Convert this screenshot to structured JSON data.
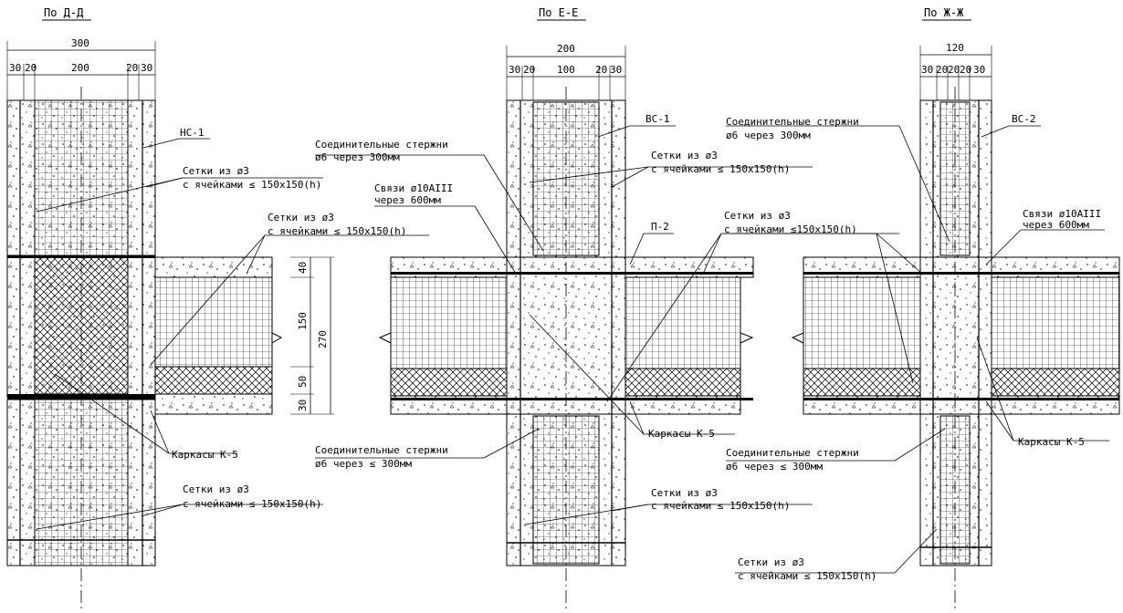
{
  "sections": [
    {
      "title": "По Д-Д",
      "dims": [
        "300",
        "30",
        "20",
        "200",
        "20",
        "30"
      ],
      "vert_dims": [
        "40",
        "150",
        "50",
        "30",
        "270"
      ],
      "labels": {
        "panel": "НС-1",
        "mesh1_a": "Сетки из ø3",
        "mesh1_b": "с ячейками ≤ 150x150(h)",
        "mesh2_a": "Сетки из ø3",
        "mesh2_b": "с ячейками ≤ 150x150(h)",
        "frames": "Каркасы К-5",
        "mesh3_a": "Сетки из ø3",
        "mesh3_b": "с ячейками ≤ 150x150(h)"
      }
    },
    {
      "title": "По Е-Е",
      "dims": [
        "200",
        "30",
        "20",
        "100",
        "20",
        "30"
      ],
      "labels": {
        "panel": "ВС-1",
        "rods_a": "Соединительные стержни",
        "rods_b": "ø6 через    300мм",
        "mesh1_a": "Сетки из ø3",
        "mesh1_b": "с ячейками ≤ 150x150(h)",
        "link_a": "Связи ø10АIII",
        "link_b": "через 600мм",
        "slab": "П-2",
        "mesh2_a": "Сетки из ø3",
        "mesh2_b": "с ячейками   ≤150x150(h)",
        "frames": "Каркасы К-5",
        "rods2_a": "Соединительные стержни",
        "rods2_b": "ø6 через ≤ 300мм",
        "mesh3_a": "Сетки из ø3",
        "mesh3_b": "с ячейками ≤ 150x150(h)"
      }
    },
    {
      "title": "По Ж-Ж",
      "dims": [
        "120",
        "30",
        "20",
        "20",
        "20",
        "30"
      ],
      "labels": {
        "rods_a": "Соединительные стержни",
        "rods_b": "ø6 через    300мм",
        "panel": "ВС-2",
        "link_a": "Связи ø10АIII",
        "link_b": "через 600мм",
        "mesh2_a": "Сетки из ø3",
        "mesh2_b": "с ячейками   ≤150x150(h)",
        "frames": "Каркасы К-5",
        "rods2_a": "Соединительные стержни",
        "rods2_b": "ø6 через ≤ 300мм",
        "mesh3_a": "Сетки из ø3",
        "mesh3_b": "с ячейками ≤ 150x150(h)"
      }
    }
  ]
}
